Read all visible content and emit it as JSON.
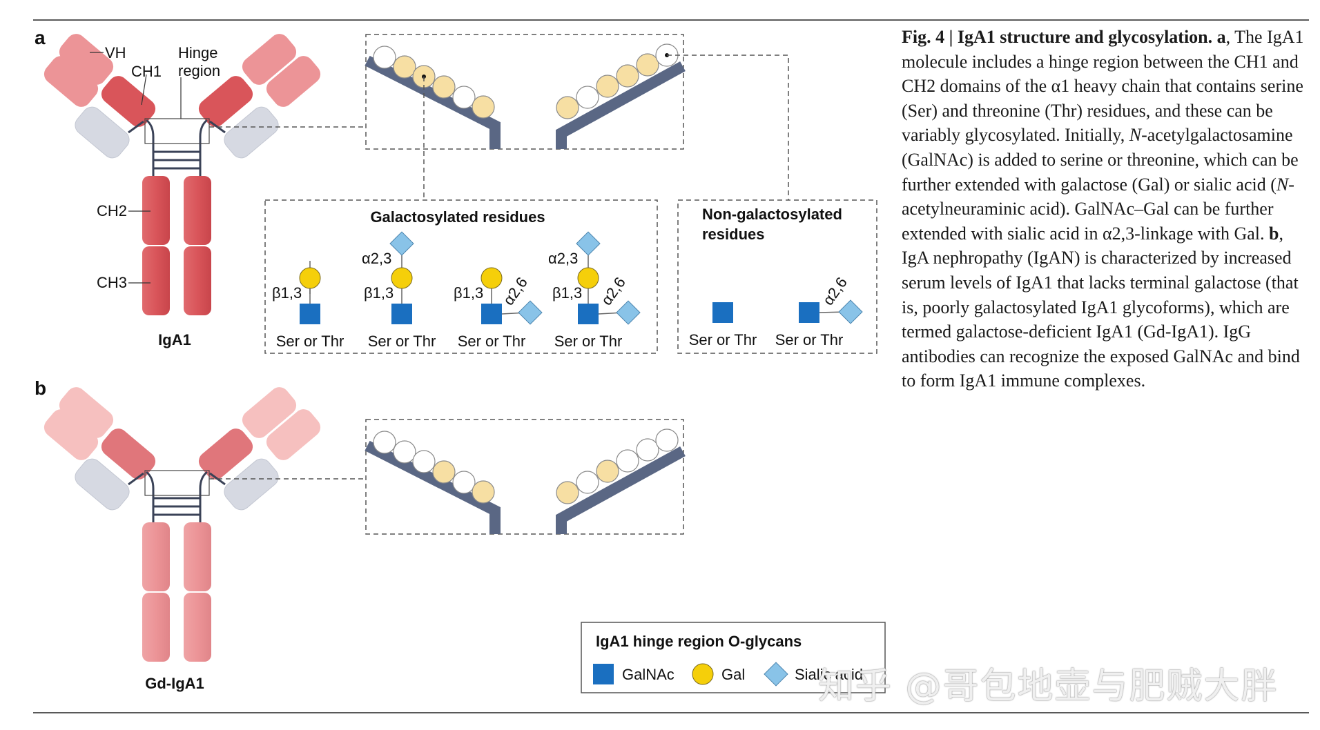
{
  "panel_a_letter": "a",
  "panel_b_letter": "b",
  "labels": {
    "vh": "VH",
    "ch1": "CH1",
    "hinge_line1": "Hinge",
    "hinge_line2": "region",
    "ch2": "CH2",
    "ch3": "CH3",
    "iga1": "IgA1",
    "gd_iga1": "Gd-IgA1"
  },
  "galactosylated": {
    "title": "Galactosylated residues",
    "residue": "Ser or Thr",
    "beta13": "β1,3",
    "alpha23": "α2,3",
    "alpha26": "α2,6"
  },
  "non_galactosylated": {
    "title_line1": "Non-galactosylated",
    "title_line2": "residues",
    "residue": "Ser or Thr",
    "alpha26": "α2,6"
  },
  "legend": {
    "title": "IgA1 hinge region O-glycans",
    "items": [
      {
        "label": "GalNAc",
        "shape": "square",
        "color": "#1a6fc0"
      },
      {
        "label": "Gal",
        "shape": "circle",
        "color": "#f5cf0a"
      },
      {
        "label": "Sialic acid",
        "shape": "diamond",
        "color": "#89c3e8"
      }
    ]
  },
  "caption": {
    "fig_label": "Fig. 4 | IgA1 structure and glycosylation.",
    "part_a": "a",
    "text_a_1": ", The IgA1 molecule includes a hinge region between the CH1 and CH2 domains of the α1 heavy chain that contains serine (Ser) and threonine (Thr) residues, and these can be variably glycosylated. Initially, ",
    "n1": "N",
    "text_a_2": "-acetylgalactosamine (GalNAc) is added to serine or threonine, which can be further extended with galactose (Gal) or sialic acid (",
    "n2": "N",
    "text_a_3": "-acetylneuraminic acid). GalNAc–Gal can be further extended with sialic acid in α2,3-linkage with Gal. ",
    "part_b": "b",
    "text_b": ", IgA nephropathy (IgAN) is characterized by increased serum levels of IgA1 that lacks terminal galactose (that is, poorly galactosylated IgA1 glycoforms), which are termed galactose-deficient IgA1 (Gd-IgA1). IgG antibodies can recognize the exposed GalNAc and bind to form IgA1 immune complexes."
  },
  "watermark": "知乎 @哥包地壶与肥贼大胖",
  "colors": {
    "heavy_dark": "#d9555a",
    "heavy_light": "#ec9497",
    "heavy_pale": "#f6c0bf",
    "light_chain": "#d6d9e2",
    "backbone": "#5a6784",
    "galnac": "#1a6fc0",
    "gal": "#f5cf0a",
    "sialic": "#89c3e8",
    "hinge_pale": "#f7dfa3"
  }
}
